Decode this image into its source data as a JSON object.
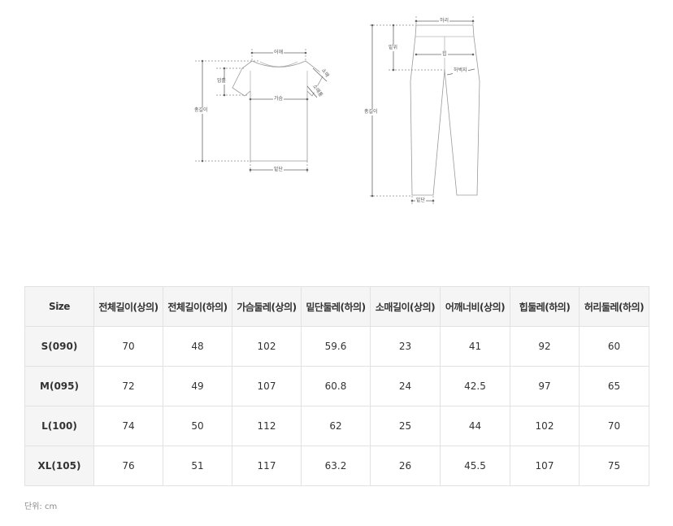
{
  "diagram": {
    "shirt": {
      "shoulder": "어깨",
      "armhole": "암홀",
      "sleeve": "소매",
      "sleeve_hem": "소매통",
      "chest": "가슴",
      "length": "총길이",
      "hem": "밑단"
    },
    "pants": {
      "waist": "허리",
      "rise": "밑위",
      "hip": "힙",
      "thigh": "허벅지",
      "length": "총길이",
      "hem": "밑단"
    }
  },
  "table": {
    "headers": [
      "Size",
      "전체길이(상의)",
      "전체길이(하의)",
      "가슴둘레(상의)",
      "밑단둘레(하의)",
      "소매길이(상의)",
      "어깨너비(상의)",
      "힙둘레(하의)",
      "허리둘레(하의)"
    ],
    "rows": [
      {
        "size": "S(090)",
        "values": [
          "70",
          "48",
          "102",
          "59.6",
          "23",
          "41",
          "92",
          "60"
        ]
      },
      {
        "size": "M(095)",
        "values": [
          "72",
          "49",
          "107",
          "60.8",
          "24",
          "42.5",
          "97",
          "65"
        ]
      },
      {
        "size": "L(100)",
        "values": [
          "74",
          "50",
          "112",
          "62",
          "25",
          "44",
          "102",
          "70"
        ]
      },
      {
        "size": "XL(105)",
        "values": [
          "76",
          "51",
          "117",
          "63.2",
          "26",
          "45.5",
          "107",
          "75"
        ]
      }
    ]
  },
  "unit_note": "단위: cm"
}
